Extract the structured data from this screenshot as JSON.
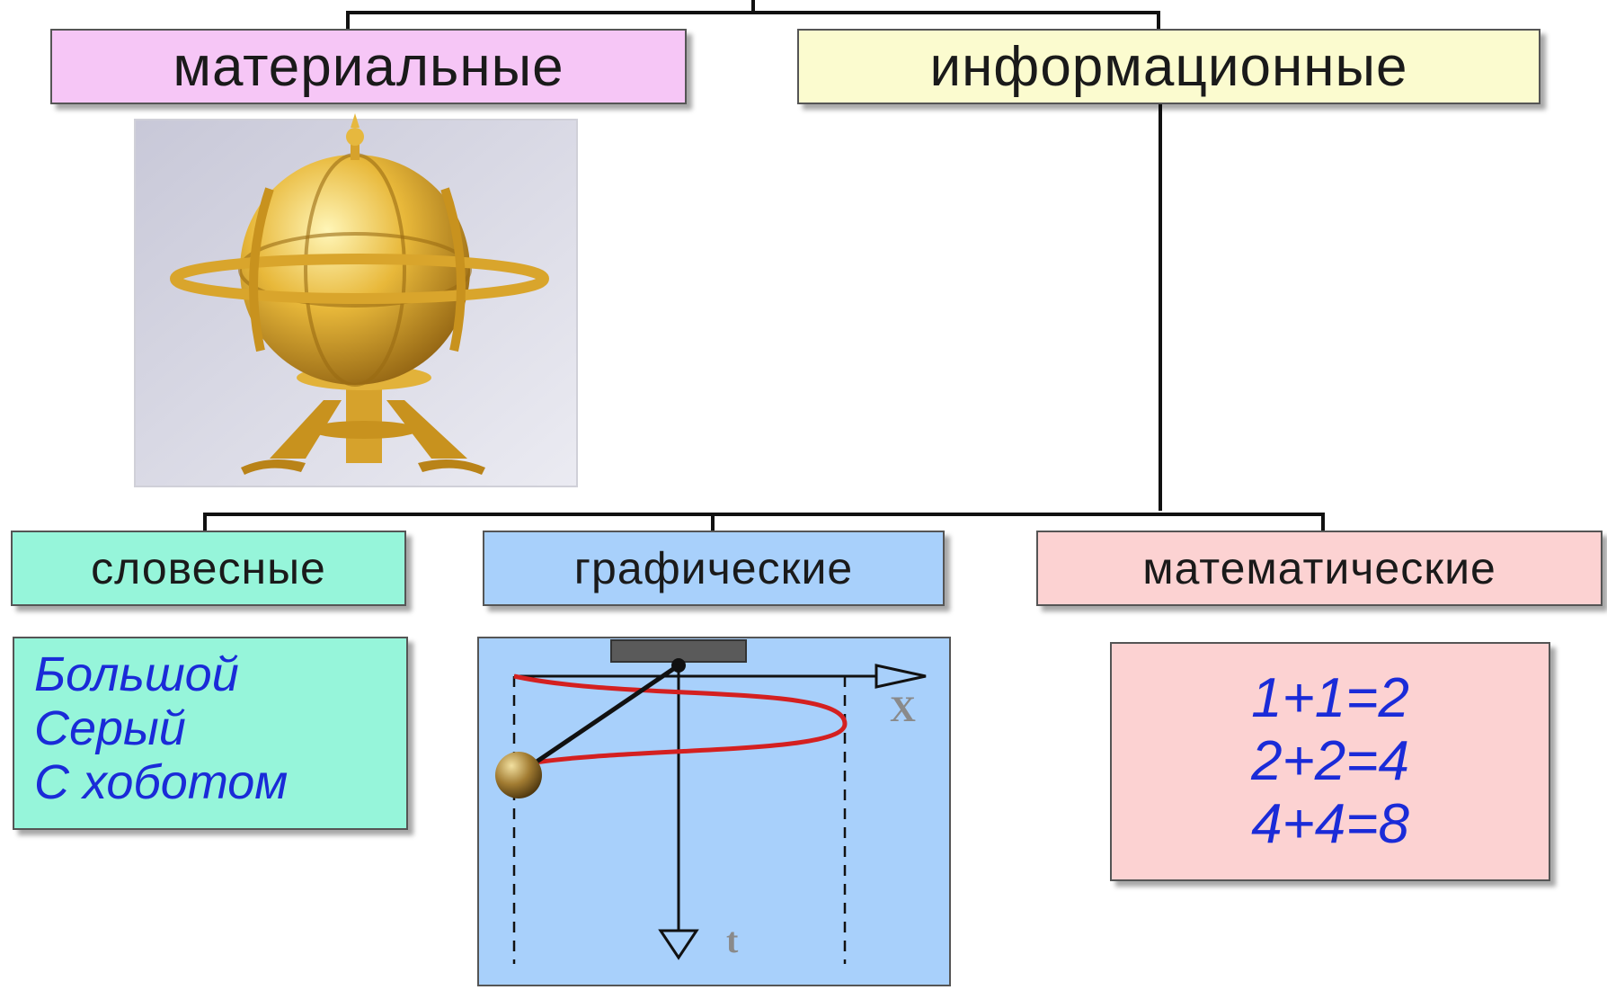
{
  "colors": {
    "material_fill": "#f6c6f6",
    "informational_fill": "#fbfbcf",
    "verbal_fill": "#96f5da",
    "graphic_fill": "#a8d0fb",
    "math_fill": "#fcd2d2",
    "example_text": "#1a2bd8",
    "connector": "#111111",
    "curve": "#d42020"
  },
  "nodes": {
    "material": {
      "label": "материальные"
    },
    "informational": {
      "label": "информационные"
    },
    "verbal": {
      "label": "словесные"
    },
    "graphic": {
      "label": "графические"
    },
    "mathematical": {
      "label": "математические"
    }
  },
  "examples": {
    "material_image": {
      "icon": "golden-globe-icon"
    },
    "verbal": {
      "lines": [
        "Большой",
        "Серый",
        "С хоботом"
      ]
    },
    "graphic": {
      "axis_x_label": "X",
      "axis_t_label": "t",
      "icon": "pendulum-graph-icon"
    },
    "mathematical": {
      "lines": [
        "1+1=2",
        "2+2=4",
        "4+4=8"
      ]
    }
  }
}
